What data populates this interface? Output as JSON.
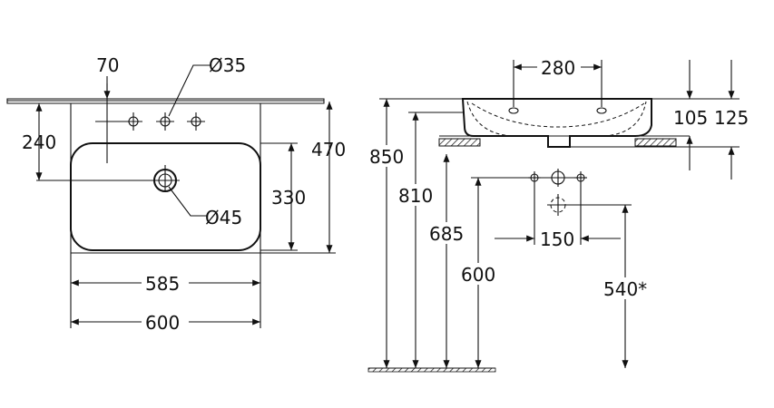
{
  "plan_view": {
    "dim_tap_offset": "70",
    "dim_tap_hole": "Ø35",
    "dim_tap_depth": "240",
    "dim_overflow_hole": "Ø45",
    "dim_bowl_depth": "330",
    "dim_total_depth": "470",
    "dim_bowl_width": "585",
    "dim_total_width": "600"
  },
  "elevation_view": {
    "dim_tap_spacing": "280",
    "dim_rim_to_fix": "105",
    "dim_total_height_basin": "125",
    "dim_top_height": "850",
    "dim_mount_height": "810",
    "dim_hole_height": "685",
    "dim_waste_height": "600",
    "dim_waste_spacing": "150",
    "dim_trap_height": "540*"
  }
}
